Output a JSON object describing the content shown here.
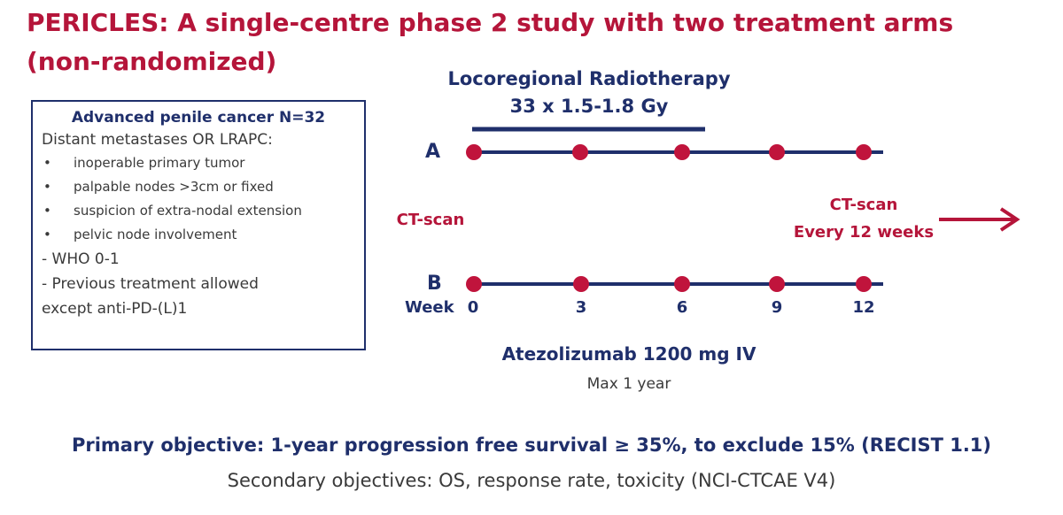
{
  "title": {
    "line1": "PERICLES: A single-centre phase 2 study with two treatment arms",
    "line2": "(non-randomized)"
  },
  "eligibility": {
    "heading": "Advanced penile cancer N=32",
    "intro": "Distant metastases OR LRAPC:",
    "bullet_glyph": "•",
    "criteria": [
      "inoperable primary tumor",
      "palpable nodes >3cm or fixed",
      "suspicion of extra-nodal extension",
      "pelvic node involvement"
    ],
    "who": "- WHO 0-1",
    "previous_line1": "- Previous treatment allowed",
    "previous_line2": "except anti-PD-(L)1"
  },
  "radiotherapy": {
    "label": "Locoregional Radiotherapy",
    "dose": "33 x 1.5-1.8 Gy"
  },
  "arms": {
    "a_label": "A",
    "b_label": "B"
  },
  "ct_scan_left": "CT-scan",
  "ct_scan_right": {
    "line1": "CT-scan",
    "line2": "Every 12 weeks"
  },
  "timeline": {
    "week_label": "Week",
    "weeks": [
      "0",
      "3",
      "6",
      "9",
      "12"
    ]
  },
  "drug": {
    "name": "Atezolizumab 1200 mg IV",
    "duration": "Max 1 year"
  },
  "objectives": {
    "primary": "Primary objective: 1-year progression free survival ≥ 35%, to exclude 15% (RECIST 1.1)",
    "secondary": "Secondary objectives:  OS, response rate, toxicity (NCI-CTCAE V4)"
  },
  "colors": {
    "title_red": "#b5153a",
    "navy": "#1f2f6b",
    "dot_red": "#c0143c"
  }
}
